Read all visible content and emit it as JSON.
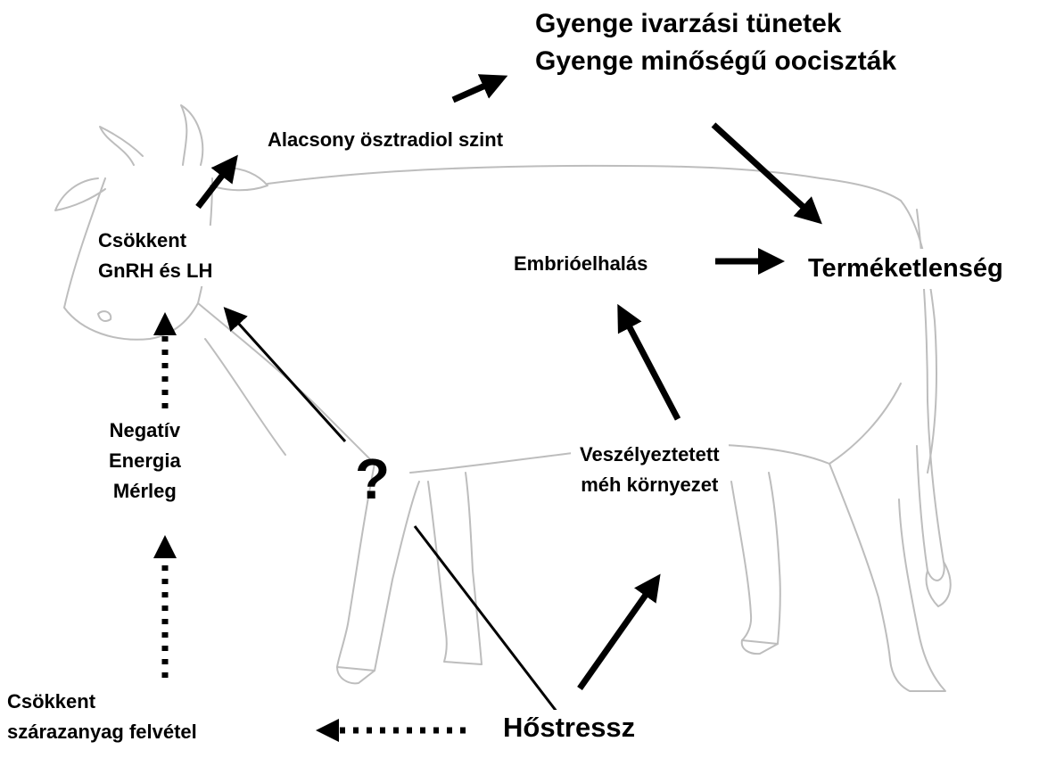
{
  "diagram": {
    "nodes": {
      "poor_signs": {
        "lines": [
          "Gyenge ivarzási tünetek",
          "Gyenge minőségű oociszták"
        ]
      },
      "low_estradiol": {
        "text": "Alacsony ösztradiol szint"
      },
      "reduced_gnrh": {
        "lines": [
          "Csökkent",
          "GnRH és LH"
        ]
      },
      "embryo_death": {
        "text": "Embrióelhalás"
      },
      "infertility": {
        "text": "Terméketlenség"
      },
      "neb": {
        "lines": [
          "Negatív",
          "Energia",
          "Mérleg"
        ]
      },
      "unknown": {
        "text": "?"
      },
      "uterine_env": {
        "lines": [
          "Veszélyeztetett",
          "méh környezet"
        ]
      },
      "reduced_dmi": {
        "lines": [
          "Csökkent",
          "szárazanyag felvétel"
        ]
      },
      "heat_stress": {
        "text": "Hőstressz"
      }
    },
    "edges": [
      {
        "from": "reduced_gnrh",
        "to": "low_estradiol",
        "style": "solid-thick"
      },
      {
        "from": "low_estradiol",
        "to": "poor_signs",
        "style": "solid-thick"
      },
      {
        "from": "poor_signs",
        "to": "infertility",
        "style": "solid-thick"
      },
      {
        "from": "embryo_death",
        "to": "infertility",
        "style": "solid-thick"
      },
      {
        "from": "uterine_env",
        "to": "embryo_death",
        "style": "solid-thick"
      },
      {
        "from": "heat_stress",
        "to": "uterine_env",
        "style": "solid-thick"
      },
      {
        "from": "unknown",
        "to": "reduced_gnrh",
        "style": "solid-thin"
      },
      {
        "from": "heat_stress",
        "to": "unknown",
        "style": "line"
      },
      {
        "from": "neb",
        "to": "reduced_gnrh",
        "style": "dotted"
      },
      {
        "from": "reduced_dmi",
        "to": "neb",
        "style": "dotted"
      },
      {
        "from": "heat_stress",
        "to": "reduced_dmi",
        "style": "dotted"
      }
    ],
    "background": "cow-outline-sketch"
  },
  "colors": {
    "text": "#000000",
    "arrows": "#000000",
    "sketch": "#bdbdbd",
    "background": "#ffffff"
  }
}
